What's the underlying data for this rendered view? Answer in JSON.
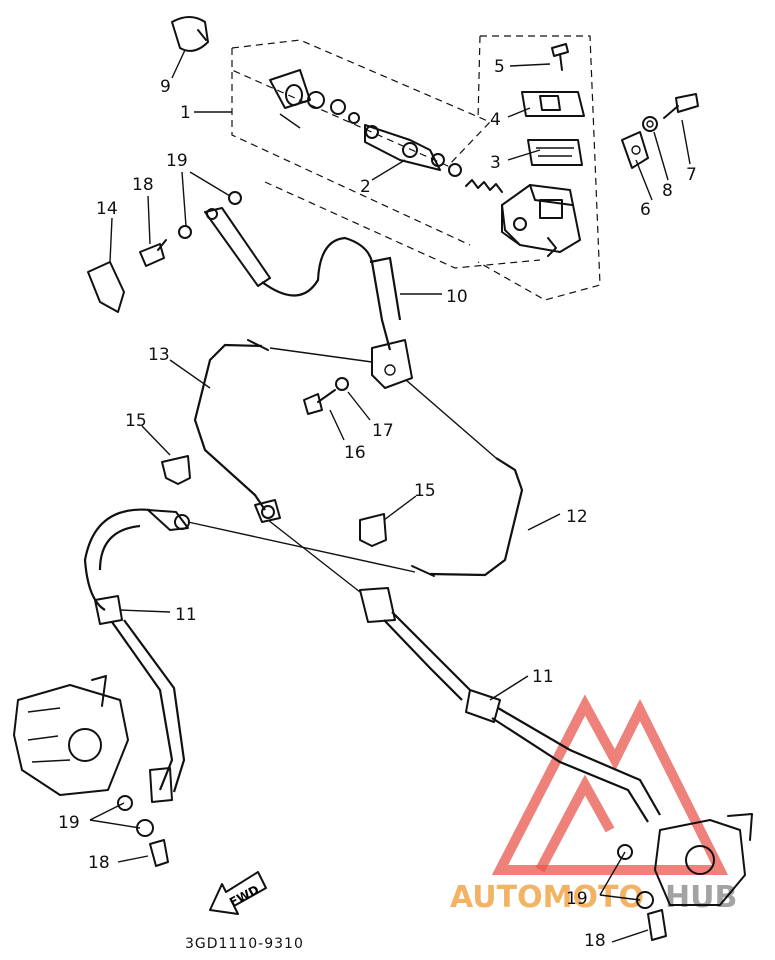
{
  "diagram": {
    "code": "3GD1110-9310",
    "fwd_label": "FWD",
    "callouts": [
      "1",
      "2",
      "3",
      "4",
      "5",
      "6",
      "7",
      "8",
      "9",
      "10",
      "11",
      "11",
      "12",
      "13",
      "14",
      "15",
      "15",
      "16",
      "17",
      "18",
      "18",
      "18",
      "19",
      "19",
      "19"
    ]
  },
  "watermark": {
    "part_a": "AUTOMOTO",
    "part_b": "HUB",
    "colors": {
      "mark": "#e8584f",
      "text_a": "#f2a64a",
      "text_b": "#9a9a9a"
    }
  }
}
